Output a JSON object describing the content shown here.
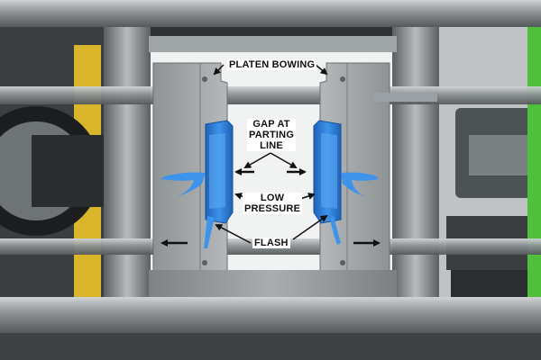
{
  "labels": {
    "platen_bowing": "PLATEN BOWING",
    "gap": [
      "GAP AT",
      "PARTING",
      "LINE"
    ],
    "low_pressure": [
      "LOW",
      "PRESSURE"
    ],
    "flash": "FLASH"
  },
  "colors": {
    "steel": "#9ea3a6",
    "mold_blue": "#2f7fd6",
    "background": "#f2f3f3",
    "arrow": "#111111"
  }
}
